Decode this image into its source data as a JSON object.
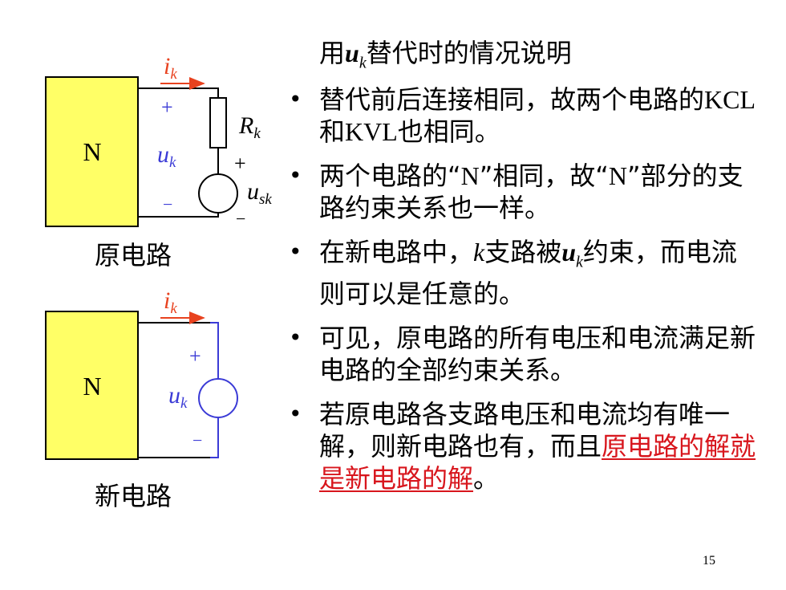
{
  "circuit_top": {
    "block_label": "N",
    "current_label": "i",
    "current_sub": "k",
    "plus": "+",
    "minus": "−",
    "voltage_label": "u",
    "voltage_sub": "k",
    "resistor_label": "R",
    "resistor_sub": "k",
    "source_plus": "+",
    "source_minus": "−",
    "source_label": "u",
    "source_sub": "sk",
    "caption": "原电路"
  },
  "circuit_bottom": {
    "block_label": "N",
    "current_label": "i",
    "current_sub": "k",
    "plus": "+",
    "minus": "−",
    "voltage_label": "u",
    "voltage_sub": "k",
    "caption": "新电路"
  },
  "heading": {
    "pre": "用",
    "var": "u",
    "var_sub": "k",
    "post": "替代时的情况说明"
  },
  "bullets": [
    {
      "a": "替代前后连接相同，故两个电路的",
      "b": "KCL",
      "c": "和",
      "d": "KVL",
      "e": "也相同。"
    },
    {
      "a": "两个电路的“",
      "b": "N",
      "c": "”相同，故“",
      "d": "N",
      "e": "”部分的支路约束关系也一样。"
    },
    {
      "a": "在新电路中，",
      "b": "k",
      "c": "支路被",
      "var": "u",
      "var_sub": "k",
      "d": "约束，而电流则可以是任意的。"
    },
    {
      "text": "可见，原电路的所有电压和电流满足新电路的全部约束关系。"
    },
    {
      "text": "若原电路各支路电压和电流均有唯一解，则新电路也有，而且",
      "emph": "原电路的解就是新电路的解",
      "tail": "。"
    }
  ],
  "colors": {
    "block_fill": "#ffff66",
    "current": "#e8421f",
    "voltage": "#3b3bd6",
    "wire": "#000000",
    "emph": "#d8161d"
  },
  "page_number": "15"
}
